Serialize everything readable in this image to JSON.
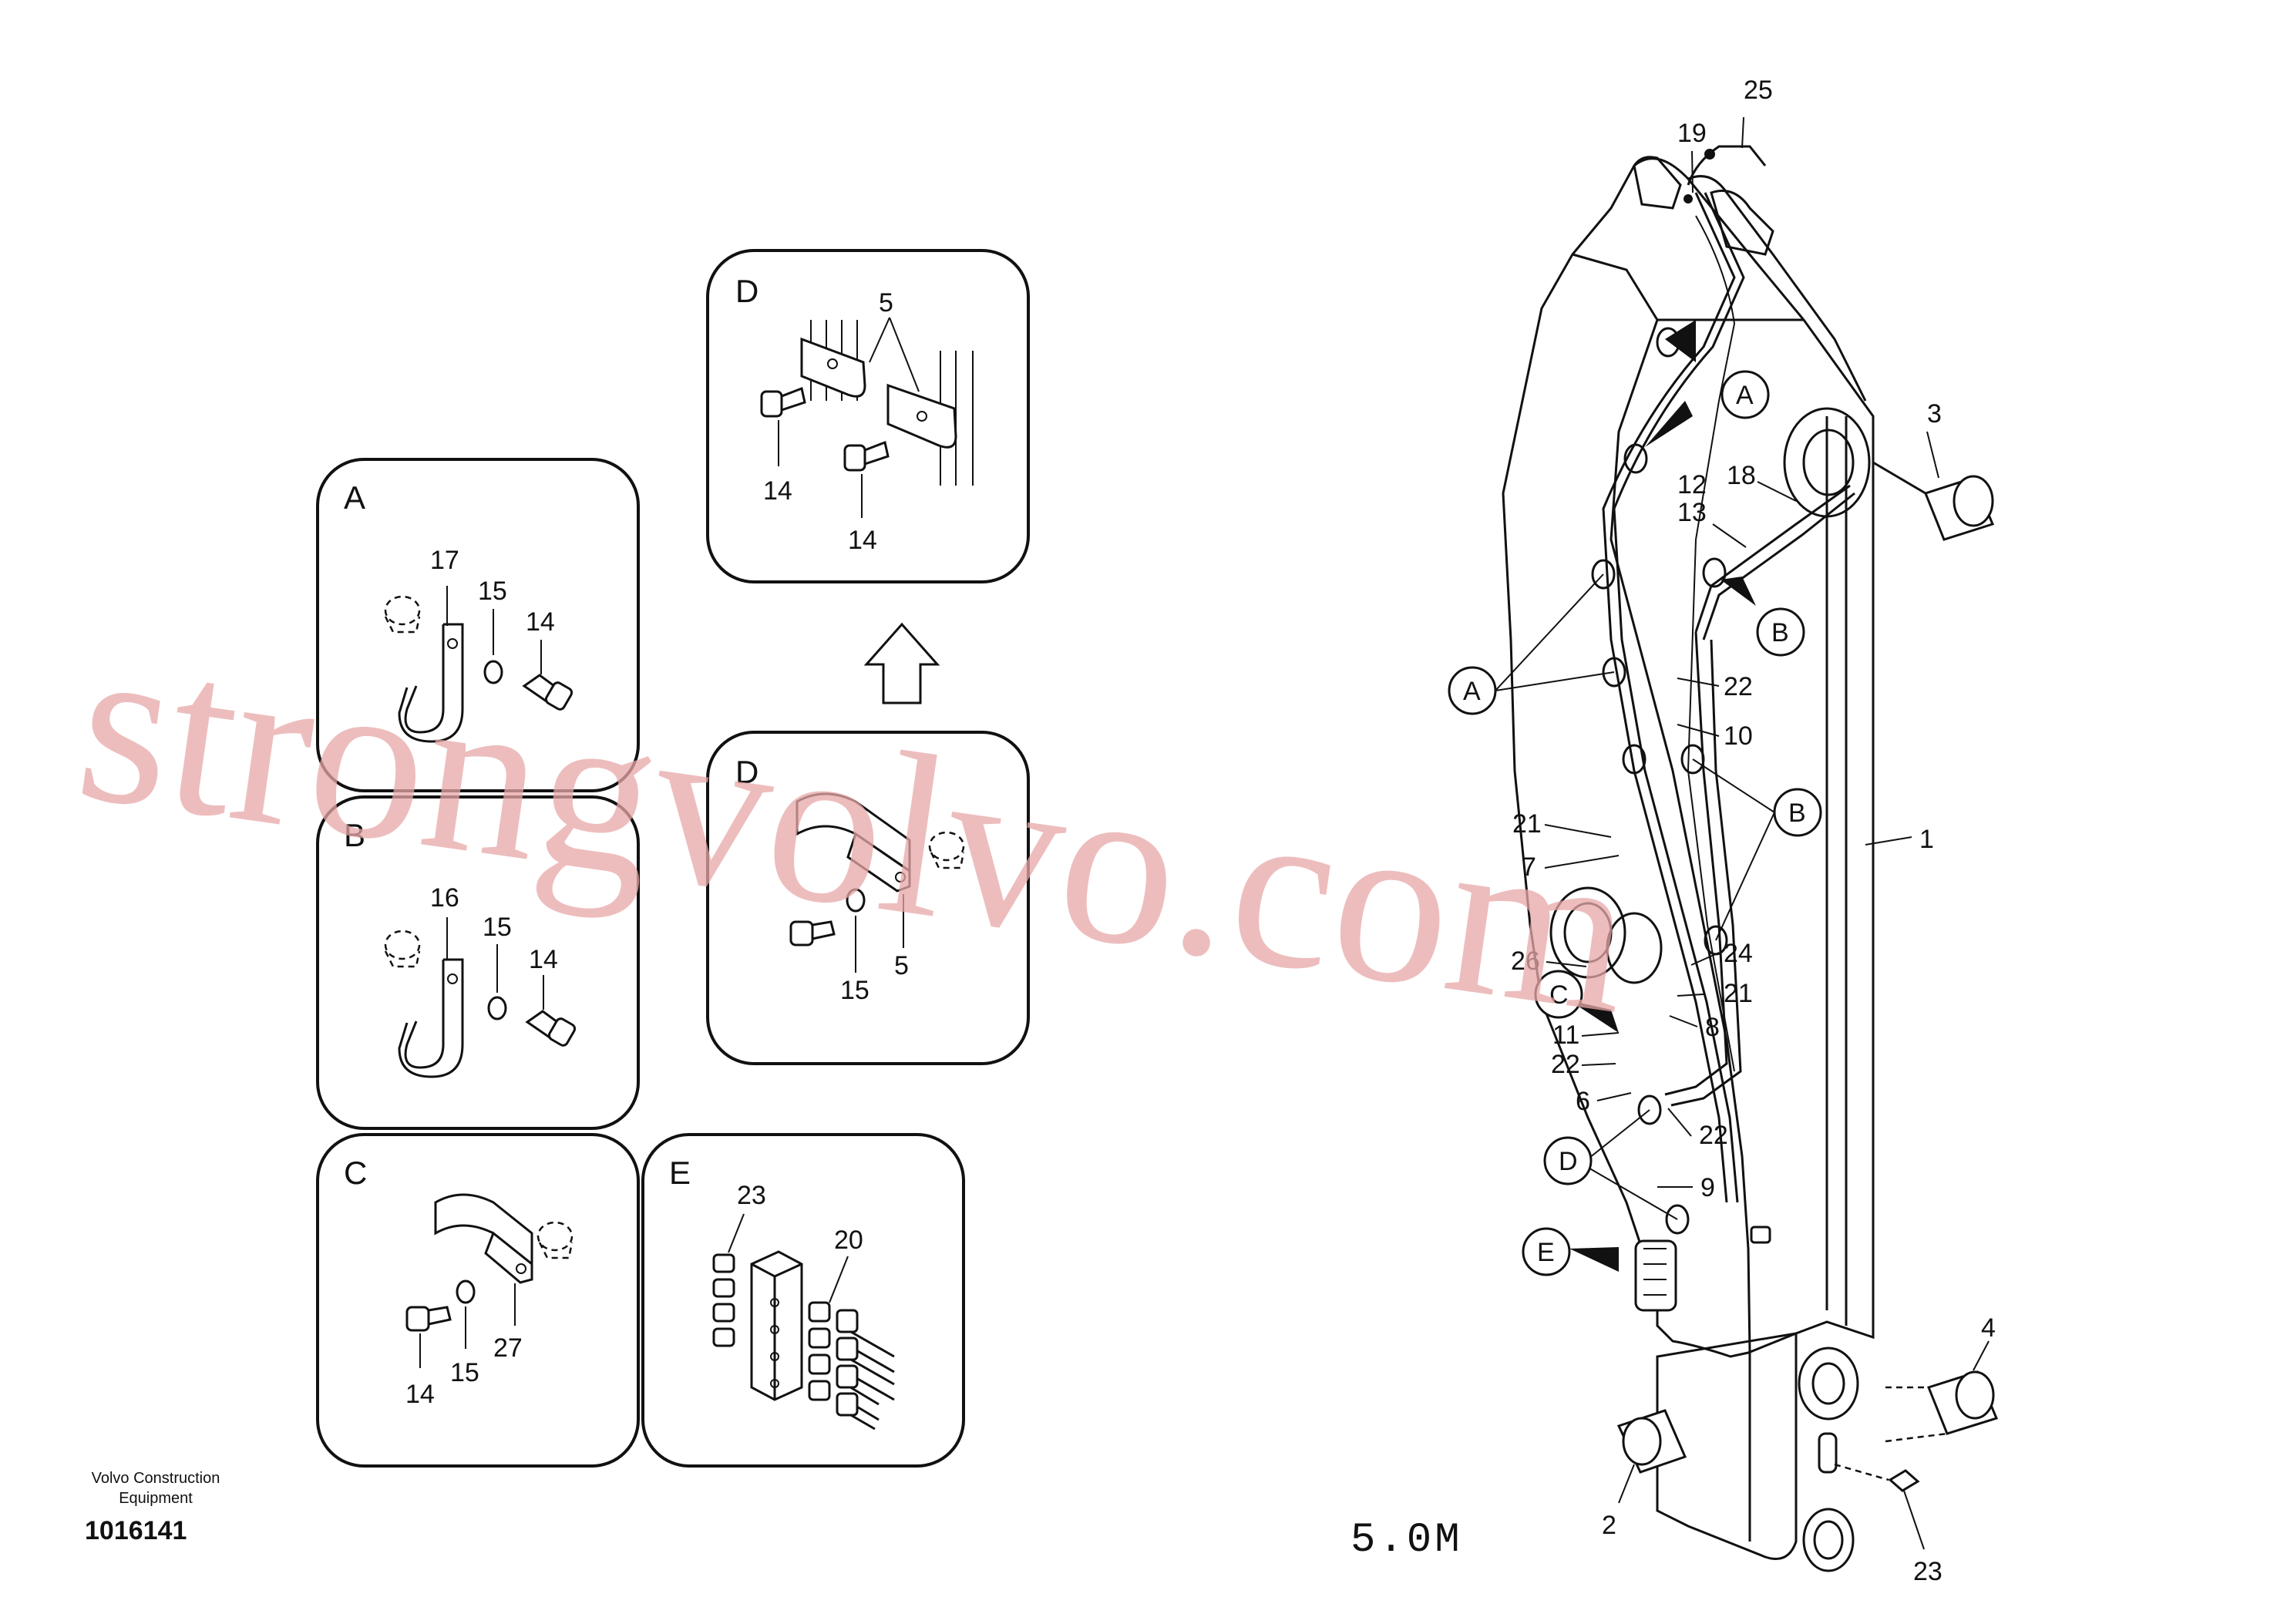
{
  "footer": {
    "brand_line1": "Volvo Construction",
    "brand_line2": "Equipment",
    "part_number": "1016141"
  },
  "scale_label": "5.0M",
  "watermark": "strongvolvo.com",
  "panels": {
    "A": {
      "title": "A",
      "labels": [
        "17",
        "15",
        "14"
      ]
    },
    "B": {
      "title": "B",
      "labels": [
        "16",
        "15",
        "14"
      ]
    },
    "C": {
      "title": "C",
      "labels": [
        "14",
        "15",
        "27"
      ]
    },
    "D_top": {
      "title": "D",
      "labels": [
        "5",
        "14",
        "14"
      ]
    },
    "D_mid": {
      "title": "D",
      "labels": [
        "15",
        "5"
      ]
    },
    "E": {
      "title": "E",
      "labels": [
        "23",
        "20"
      ]
    }
  },
  "main_callouts": [
    "25",
    "19",
    "3",
    "18",
    "12",
    "13",
    "22",
    "10",
    "1",
    "21",
    "7",
    "26",
    "24",
    "21",
    "11",
    "8",
    "22",
    "6",
    "22",
    "9",
    "4",
    "2",
    "23"
  ],
  "main_circles": [
    "A",
    "B",
    "A",
    "B",
    "C",
    "D",
    "E"
  ],
  "colors": {
    "line": "#111111",
    "watermark": "#e8a8a8",
    "background": "#ffffff"
  }
}
